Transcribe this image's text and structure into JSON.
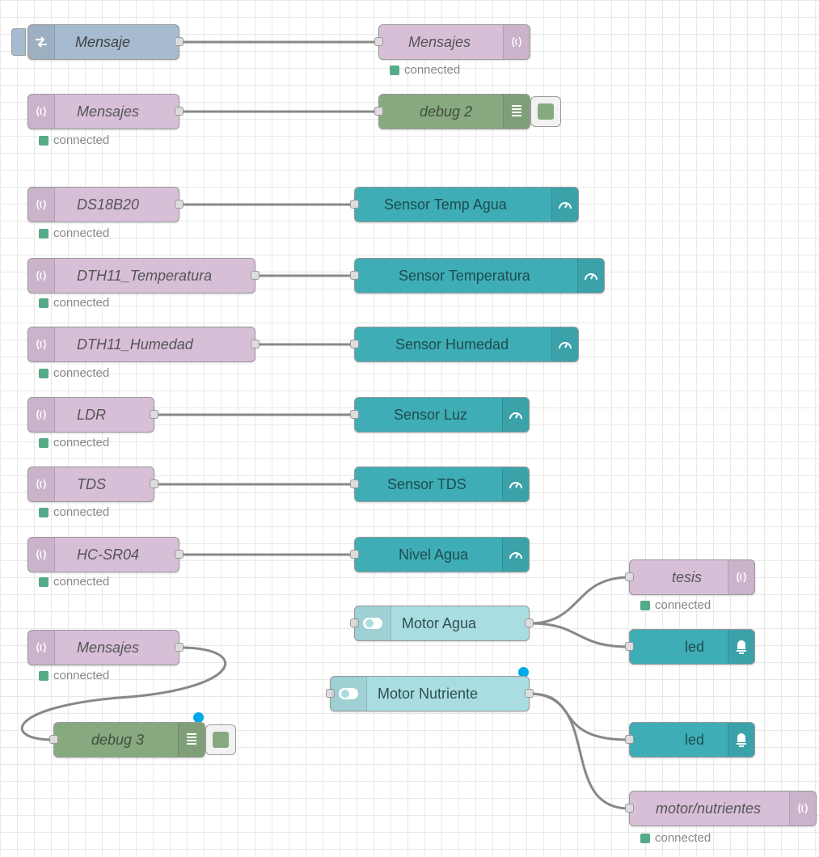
{
  "status_text": "connected",
  "nodes": {
    "link_mensaje": "Mensaje",
    "mqtt_out_mensajes": "Mensajes",
    "mqtt_in_mensajes_1": "Mensajes",
    "debug_2": "debug 2",
    "mqtt_in_ds18b20": "DS18B20",
    "gauge_temp_agua": "Sensor Temp Agua",
    "mqtt_in_dth11_temp": "DTH11_Temperatura",
    "gauge_temperatura": "Sensor Temperatura",
    "mqtt_in_dth11_hum": "DTH11_Humedad",
    "gauge_humedad": "Sensor Humedad",
    "mqtt_in_ldr": "LDR",
    "gauge_luz": "Sensor Luz",
    "mqtt_in_tds": "TDS",
    "gauge_tds": "Sensor TDS",
    "mqtt_in_hcsr04": "HC-SR04",
    "gauge_nivel_agua": "Nivel Agua",
    "mqtt_out_tesis": "tesis",
    "switch_motor_agua": "Motor Agua",
    "led_1": "led",
    "mqtt_in_mensajes_2": "Mensajes",
    "switch_motor_nutriente": "Motor Nutriente",
    "debug_3": "debug 3",
    "led_2": "led",
    "mqtt_out_motor_nutrientes": "motor/nutrientes"
  },
  "colors": {
    "mqtt": "#d8bfd8",
    "link": "#a6bbcf",
    "debug": "#87a980",
    "gauge": "#3fadb5",
    "switch": "#a9dde1",
    "status_connected": "#55aa88",
    "changed_marker": "#00a9e9"
  },
  "icons": {
    "mqtt": "radio-waves-icon",
    "link": "link-arrows-icon",
    "debug": "list-lines-icon",
    "gauge": "gauge-icon",
    "switch": "toggle-icon",
    "led": "bulb-icon"
  }
}
